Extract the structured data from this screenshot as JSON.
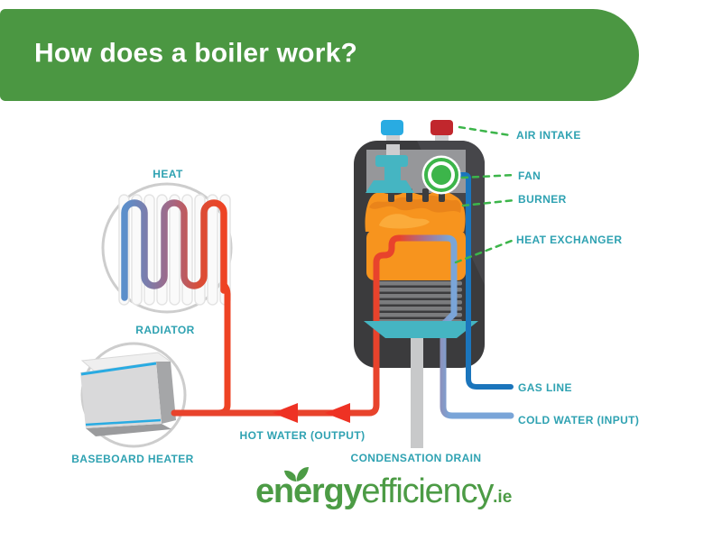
{
  "header": {
    "title": "How does a boiler work?"
  },
  "labels": {
    "heat": "HEAT",
    "radiator": "RADIATOR",
    "baseboard_heater": "BASEBOARD HEATER",
    "hot_water": "HOT WATER (OUTPUT)",
    "condensation_drain": "CONDENSATION DRAIN",
    "gas_line": "GAS LINE",
    "cold_water": "COLD WATER (INPUT)",
    "air_intake": "AIR INTAKE",
    "fan": "FAN",
    "burner": "BURNER",
    "heat_exchanger": "HEAT EXCHANGER"
  },
  "logo": {
    "bold": "energy",
    "light": "efficiency",
    "tld": ".ie"
  },
  "colors": {
    "banner_green": "#4B9742",
    "label_teal": "#2FA2B2",
    "leader_green": "#3CB54A",
    "hot_red": "#E8432C",
    "cold_blue": "#7AA5D8",
    "gas_blue": "#1B75BC",
    "flame_orange": "#F7941E",
    "heat_exchanger_orange": "#F7941E",
    "boiler_body": "#3B3B3D",
    "fan_green": "#3CB54A",
    "funnel_teal": "#45B5C2",
    "intake_cap_blue": "#29ABE2",
    "intake_cap_red": "#C1272D",
    "drain_gray": "#C8C9CA",
    "logo_green": "#4C9B45"
  }
}
